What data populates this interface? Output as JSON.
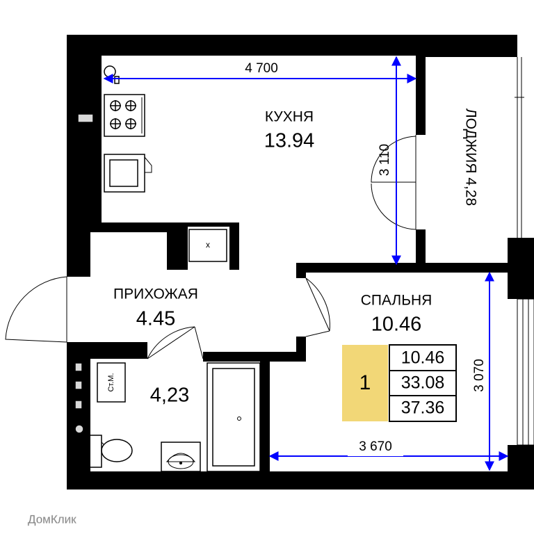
{
  "rooms": {
    "kitchen": {
      "name": "КУХНЯ",
      "area": "13.94"
    },
    "loggia": {
      "name": "ЛОДЖИЯ 4,28"
    },
    "hallway": {
      "name": "ПРИХОЖАЯ",
      "area": "4.45"
    },
    "bedroom": {
      "name": "СПАЛЬНЯ",
      "area": "10.46"
    },
    "bathroom": {
      "area": "4,23"
    }
  },
  "dimensions": {
    "kitchen_width": "4 700",
    "kitchen_depth": "3 110",
    "bedroom_width": "3 670",
    "bedroom_depth": "3 070"
  },
  "fixtures": {
    "washer_label": "Ст.М.",
    "cabinet_mark": "x"
  },
  "summary": {
    "rooms_count": "1",
    "living_area": "10.46",
    "total_area_excl_loggia": "33.08",
    "total_area": "37.36"
  },
  "watermark": "ДомКлик",
  "colors": {
    "wall": "#000000",
    "dimension_line": "#0000ff",
    "badge_fill": "#f2d777",
    "background": "#ffffff"
  }
}
